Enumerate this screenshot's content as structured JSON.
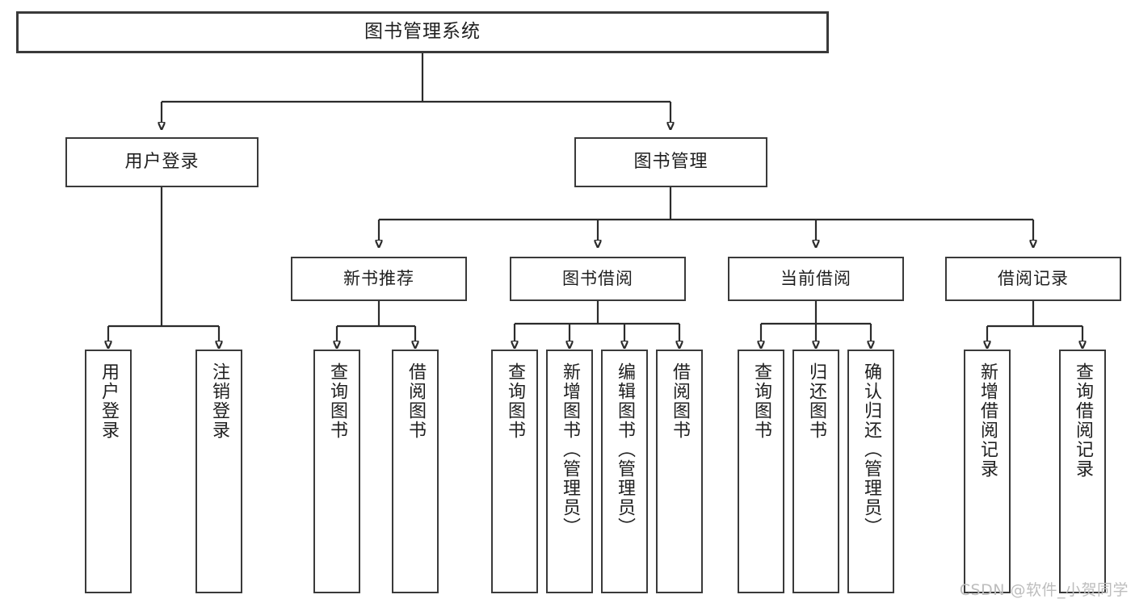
{
  "diagram": {
    "type": "tree-hierarchy",
    "title": "图书管理系统",
    "root": {
      "label": "图书管理系统"
    },
    "level2": [
      {
        "label": "用户登录"
      },
      {
        "label": "图书管理"
      }
    ],
    "level3": [
      {
        "label": "新书推荐"
      },
      {
        "label": "图书借阅"
      },
      {
        "label": "当前借阅"
      },
      {
        "label": "借阅记录"
      }
    ],
    "leaves": {
      "user_login": [
        {
          "label": "用户登录"
        },
        {
          "label": "注销登录"
        }
      ],
      "new_book_recommend": [
        {
          "label": "查询图书"
        },
        {
          "label": "借阅图书"
        }
      ],
      "book_borrow": [
        {
          "label": "查询图书"
        },
        {
          "label": "新增图书（管理员）"
        },
        {
          "label": "编辑图书（管理员）"
        },
        {
          "label": "借阅图书"
        }
      ],
      "current_borrow": [
        {
          "label": "查询图书"
        },
        {
          "label": "归还图书"
        },
        {
          "label": "确认归还（管理员）"
        }
      ],
      "borrow_record": [
        {
          "label": "新增借阅记录"
        },
        {
          "label": "查询借阅记录"
        }
      ]
    }
  },
  "watermark": {
    "text": "CSDN @软件_小贺同学"
  },
  "colors": {
    "border": "#3a3a3a",
    "text": "#1f1f1f",
    "background": "#ffffff",
    "connector": "#2b2b2b",
    "watermark": "#bdbdbd"
  }
}
